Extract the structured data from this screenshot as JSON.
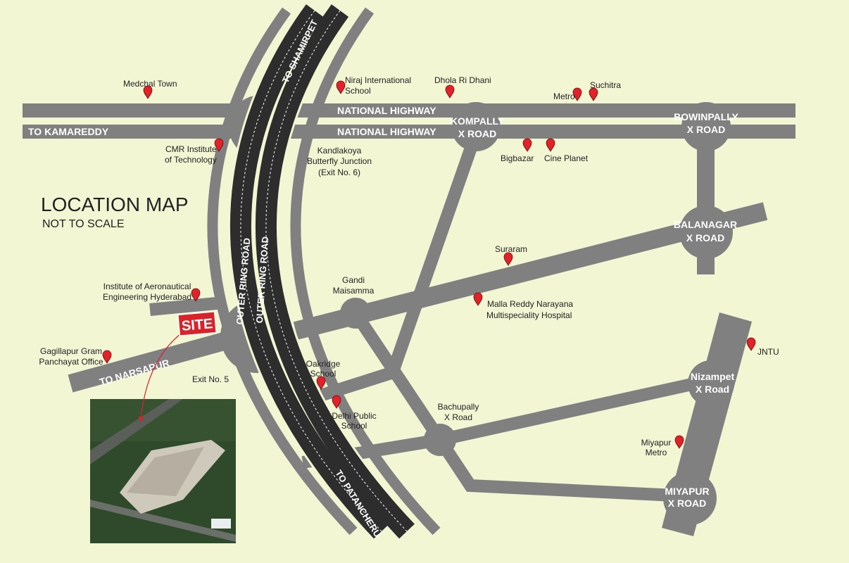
{
  "title": "LOCATION MAP",
  "subtitle": "NOT TO SCALE",
  "colors": {
    "background": "#f2f6d3",
    "road": "#808080",
    "ring_road": "#2d2d2d",
    "pin": "#e0232b",
    "site": "#d9232a"
  },
  "roads": {
    "national_highway_1": "NATIONAL HIGHWAY",
    "national_highway_2": "NATIONAL HIGHWAY",
    "to_kamareddy": "TO KAMAREDDY",
    "to_narsapur": "TO NARSAPUR",
    "orr_1": "OUTER RING ROAD",
    "orr_2": "OUTER RING ROAD",
    "to_shamirpet": "TO SHAMIRPET",
    "to_patancheru": "TO PATANCHERU"
  },
  "junctions": {
    "kompally": [
      "KOMPALLY",
      "X ROAD"
    ],
    "bowinpally": [
      "BOWINPALLY",
      "X ROAD"
    ],
    "balanagar": [
      "BALANAGAR",
      "X ROAD"
    ],
    "nizampet": [
      "Nizampet",
      "X Road"
    ],
    "miyapur": [
      "MIYAPUR",
      "X ROAD"
    ]
  },
  "landmarks": {
    "medchal": "Medchal Town",
    "niraj": [
      "Niraj International",
      "School"
    ],
    "dhola": "Dhola Ri Dhani",
    "metro": "Metro",
    "suchitra": "Suchitra",
    "cmr": [
      "CMR Institute",
      "of Technology"
    ],
    "kandlakoya": [
      "Kandlakoya",
      "Butterfly Junction",
      "(Exit No. 6)"
    ],
    "bigbazar": "Bigbazar",
    "cine_planet": "Cine Planet",
    "suraram": "Suraram",
    "gandi": [
      "Gandi",
      "Maisamma"
    ],
    "malla_reddy": [
      "Malla Reddy Narayana",
      "Multispeciality Hospital"
    ],
    "iare": [
      "Institute of Aeronautical",
      "Engineering Hyderabad"
    ],
    "gagillapur": [
      "Gagillapur Gram",
      "Panchayat Office"
    ],
    "exit5": "Exit No. 5",
    "oakridge": [
      "Oakridge",
      "School"
    ],
    "dps": [
      "Delhi Public",
      "School"
    ],
    "bachupally": [
      "Bachupally",
      "X Road"
    ],
    "jntu": "JNTU",
    "miyapur_metro": [
      "Miyapur",
      "Metro"
    ]
  },
  "site_label": "SITE"
}
